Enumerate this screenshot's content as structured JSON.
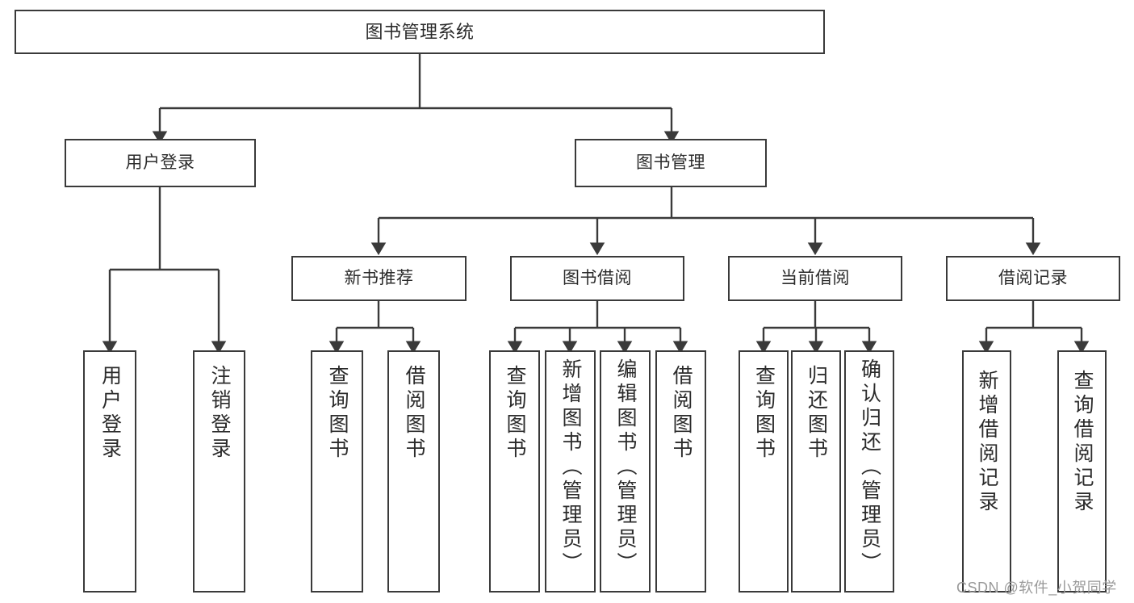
{
  "diagram": {
    "title": "图书管理系统",
    "type": "tree",
    "root": {
      "label": "图书管理系统"
    },
    "level1": [
      {
        "label": "用户登录"
      },
      {
        "label": "图书管理"
      }
    ],
    "level2": [
      {
        "label": "新书推荐"
      },
      {
        "label": "图书借阅"
      },
      {
        "label": "当前借阅"
      },
      {
        "label": "借阅记录"
      }
    ],
    "leaves": {
      "user_login": [
        {
          "label": "用户登录"
        },
        {
          "label": "注销登录"
        }
      ],
      "new_book_recommend": [
        {
          "label": "查询图书"
        },
        {
          "label": "借阅图书"
        }
      ],
      "book_borrow": [
        {
          "label": "查询图书"
        },
        {
          "label": "新增图书（管理员）"
        },
        {
          "label": "编辑图书（管理员）"
        },
        {
          "label": "借阅图书"
        }
      ],
      "current_borrow": [
        {
          "label": "查询图书"
        },
        {
          "label": "归还图书"
        },
        {
          "label": "确认归还（管理员）"
        }
      ],
      "borrow_record": [
        {
          "label": "新增借阅记录"
        },
        {
          "label": "查询借阅记录"
        }
      ]
    }
  },
  "watermark": {
    "text": "CSDN @软件_小贺同学"
  },
  "colors": {
    "stroke": "#3a3a3a",
    "text": "#2b2b2b",
    "background": "#ffffff",
    "watermark": "#9a9a9a"
  }
}
